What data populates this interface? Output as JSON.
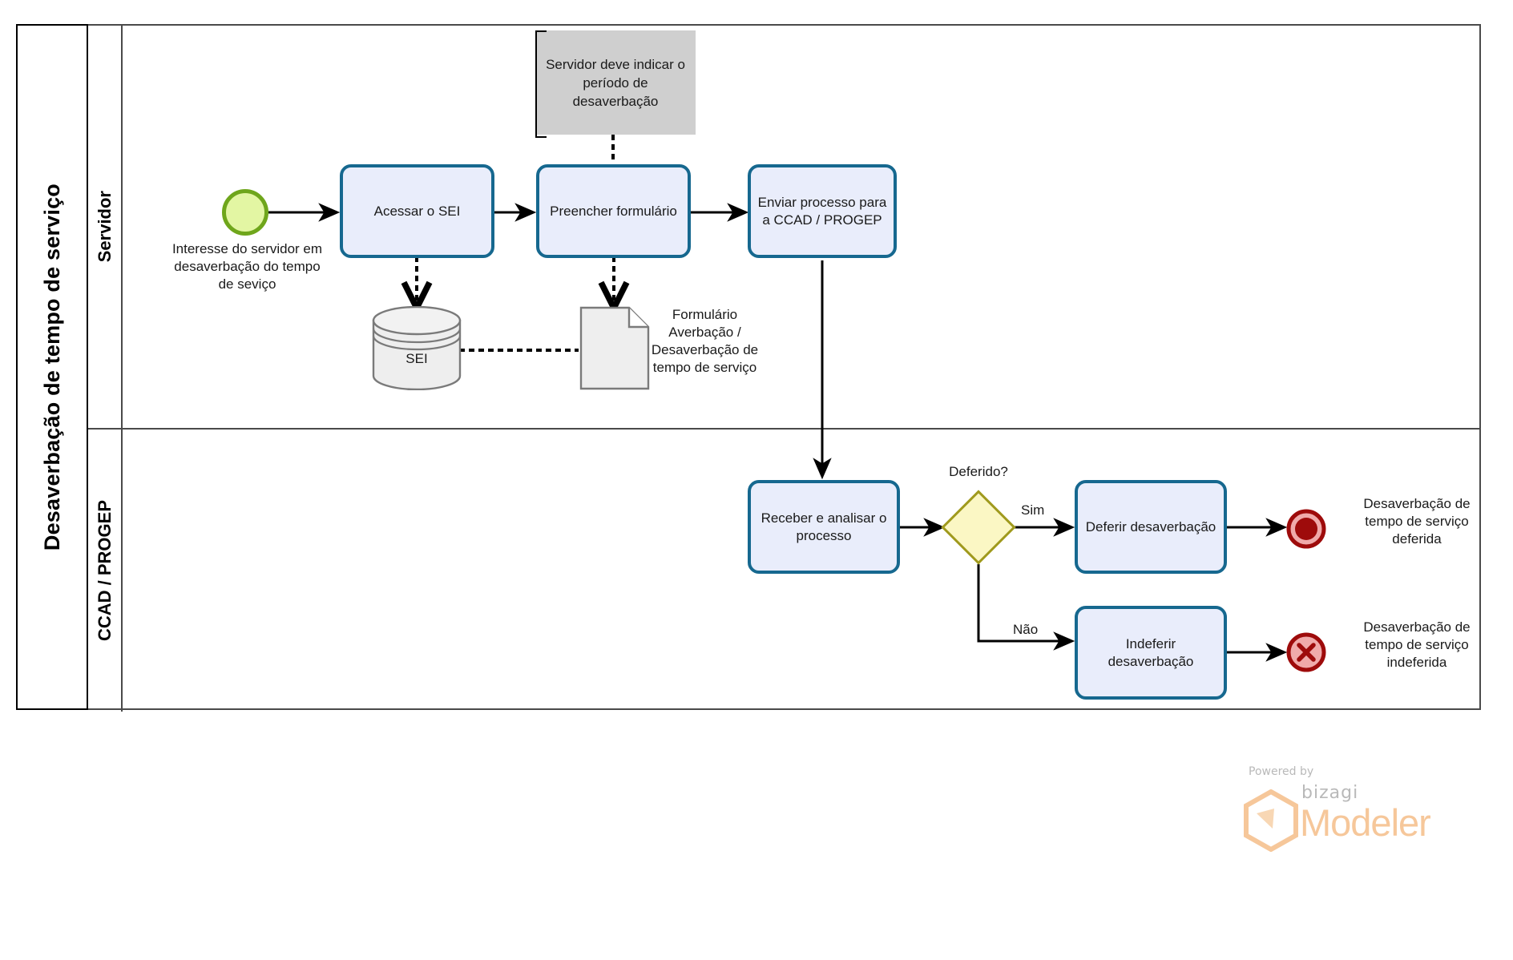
{
  "diagram": {
    "type": "bpmn-process",
    "pool": {
      "name": "Desaverbação de tempo de serviço"
    },
    "lanes": [
      {
        "id": "servidor",
        "name": "Servidor"
      },
      {
        "id": "ccad",
        "name": "CCAD / PROGEP"
      }
    ],
    "colors": {
      "task_fill": "#e9edfb",
      "task_border": "#16688f",
      "start_fill": "#e3f6a3",
      "start_border": "#6fa61b",
      "gateway_fill": "#fbf7c4",
      "gateway_border": "#a09a1e",
      "end_border": "#9e0b0b",
      "end_inner": "#9e0b0b",
      "end_band": "#f0aaaa",
      "annotation_fill": "#cfcfcf",
      "artifact_fill": "#eeeeee",
      "artifact_border": "#7a7a7a",
      "lane_border": "#4a4a4a",
      "pool_border": "#000000",
      "watermark_accent": "#f6c79a"
    },
    "events": [
      {
        "id": "start-1",
        "kind": "start-event",
        "lane": "servidor",
        "label": "Interesse do servidor em desaverbação do tempo de seviço"
      },
      {
        "id": "end-deferida",
        "kind": "end-event-terminate",
        "lane": "ccad",
        "label": "Desaverbação de tempo de serviço deferida"
      },
      {
        "id": "end-indeferida",
        "kind": "end-event-cancel",
        "lane": "ccad",
        "label": "Desaverbação de tempo de serviço indeferida"
      }
    ],
    "tasks": [
      {
        "id": "t1",
        "lane": "servidor",
        "label": "Acessar o SEI"
      },
      {
        "id": "t2",
        "lane": "servidor",
        "label": "Preencher formulário"
      },
      {
        "id": "t3",
        "lane": "servidor",
        "label": "Enviar processo para a CCAD / PROGEP"
      },
      {
        "id": "t4",
        "lane": "ccad",
        "label": "Receber e analisar o processo"
      },
      {
        "id": "t5",
        "lane": "ccad",
        "label": "Deferir desaverbação"
      },
      {
        "id": "t6",
        "lane": "ccad",
        "label": "Indeferir desaverbação"
      }
    ],
    "gateways": [
      {
        "id": "g1",
        "kind": "exclusive-gateway",
        "lane": "ccad",
        "label": "Deferido?"
      }
    ],
    "flow_labels": [
      {
        "id": "yes",
        "text": "Sim"
      },
      {
        "id": "no",
        "text": "Não"
      }
    ],
    "artifacts": [
      {
        "id": "a1",
        "kind": "text-annotation",
        "text": "Servidor deve indicar o período de desaverbação"
      },
      {
        "id": "a2",
        "kind": "data-store",
        "label": "SEI"
      },
      {
        "id": "a3",
        "kind": "data-object",
        "label": "Formulário Averbação / Desaverbação de tempo de serviço"
      }
    ]
  },
  "watermark": {
    "powered_by": "Powered by",
    "brand": "bizagi",
    "product": "Modeler"
  }
}
